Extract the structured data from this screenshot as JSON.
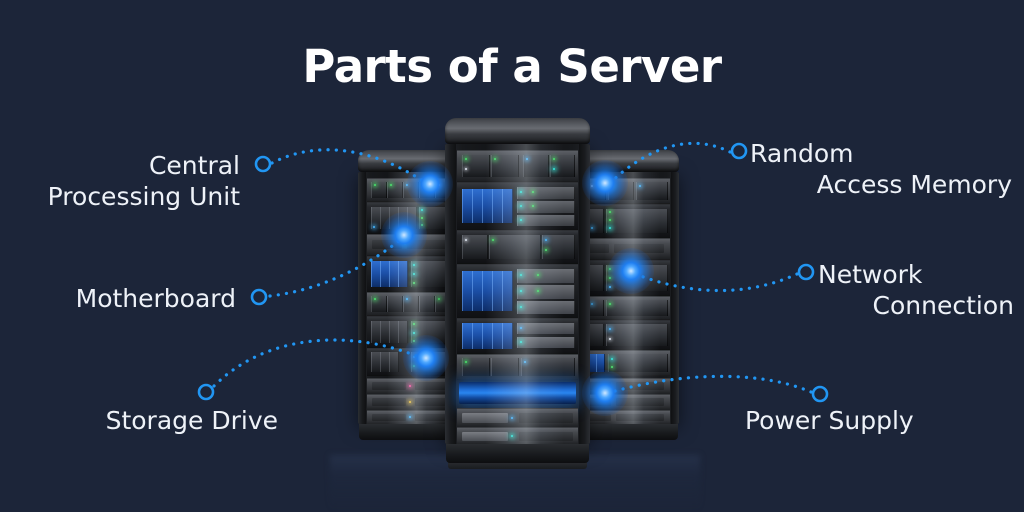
{
  "page": {
    "title": "Parts of a Server",
    "background_color": "#1c2539",
    "accent_color": "#2196f3",
    "text_color": "#eef2f8"
  },
  "labels": {
    "cpu": {
      "line1": "Central",
      "line2": "Processing Unit"
    },
    "motherboard": {
      "line1": "Motherboard"
    },
    "storage": {
      "line1": "Storage Drive"
    },
    "ram": {
      "line1": "Random",
      "line2": "Access Memory"
    },
    "network": {
      "line1": "Network",
      "line2": "Connection"
    },
    "power": {
      "line1": "Power Supply"
    }
  },
  "icons": {
    "cpu_marker": "circle-marker-icon",
    "motherboard_marker": "circle-marker-icon",
    "storage_marker": "circle-marker-icon",
    "ram_marker": "circle-marker-icon",
    "network_marker": "circle-marker-icon",
    "power_marker": "circle-marker-icon",
    "cpu_hotspot": "glow-dot-icon",
    "motherboard_hotspot": "glow-dot-icon",
    "storage_hotspot": "glow-dot-icon",
    "ram_hotspot": "glow-dot-icon",
    "network_hotspot": "glow-dot-icon",
    "power_hotspot": "glow-dot-icon"
  },
  "illustration": {
    "name": "server-rack-illustration",
    "racks": [
      "left-rack",
      "center-rack",
      "right-rack"
    ]
  }
}
